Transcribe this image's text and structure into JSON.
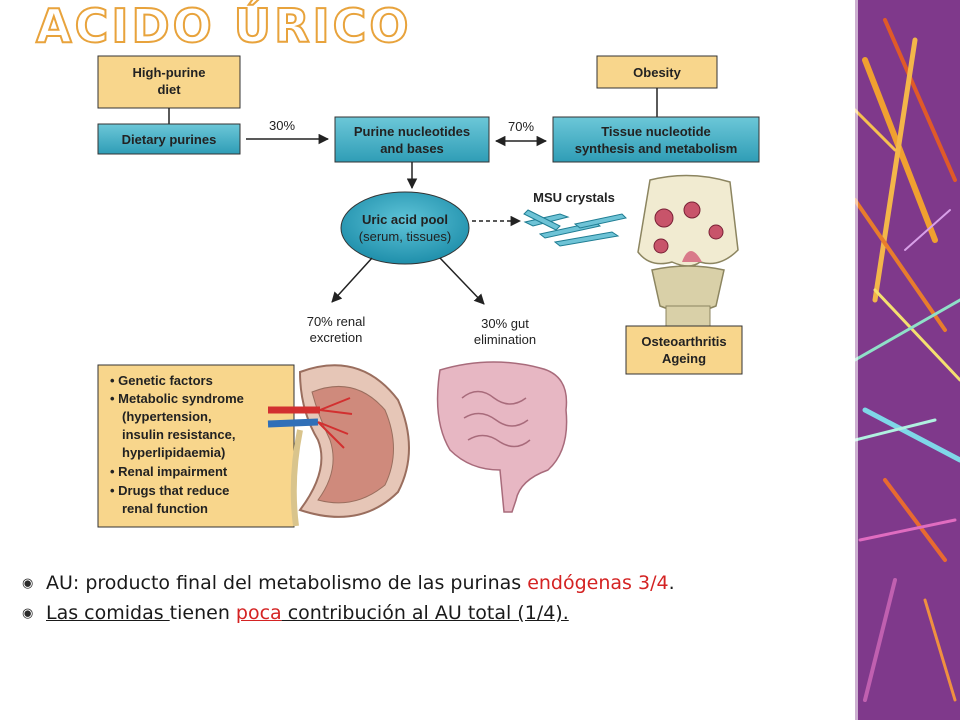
{
  "title": "ACIDO ÚRICO",
  "diagram": {
    "high_purine_diet": [
      "High-purine",
      "diet"
    ],
    "dietary_purines": "Dietary purines",
    "pct_30_left": "30%",
    "purine_nucleotides": [
      "Purine nucleotides",
      "and bases"
    ],
    "pct_70_top": "70%",
    "obesity": "Obesity",
    "tissue_nucleotide": [
      "Tissue nucleotide",
      "synthesis and metabolism"
    ],
    "msu_crystals": "MSU crystals",
    "uric_acid_pool": [
      "Uric acid pool",
      "(serum, tissues)"
    ],
    "renal_excretion": [
      "70% renal",
      "excretion"
    ],
    "gut_elimination": [
      "30% gut",
      "elimination"
    ],
    "osteoarthritis": [
      "Osteoarthritis",
      "Ageing"
    ],
    "factors": [
      [
        "• Genetic factors"
      ],
      [
        "• Metabolic syndrome",
        "(hypertension,",
        "insulin resistance,",
        "hyperlipidaemia)"
      ],
      [
        "• Renal impairment"
      ],
      [
        "• Drugs that reduce",
        "renal function"
      ]
    ]
  },
  "bullets": {
    "b1_part1": "AU: producto final del metabolismo de las purinas ",
    "b1_red": "endógenas 3/4",
    "b1_end": ".",
    "b2_part1": "Las comidas ",
    "b2_part2": "tienen ",
    "b2_red": "poca",
    "b2_part3": " contribución al AU total (1/4).",
    "bullet_icon": "circled-dot-icon"
  },
  "colors": {
    "yellow_box": "#f8d68c",
    "teal_box": "#4ab3c9",
    "title_outline": "#e8a33c",
    "red_text": "#d42323",
    "sidebar_purple": "#8a3f8c"
  }
}
